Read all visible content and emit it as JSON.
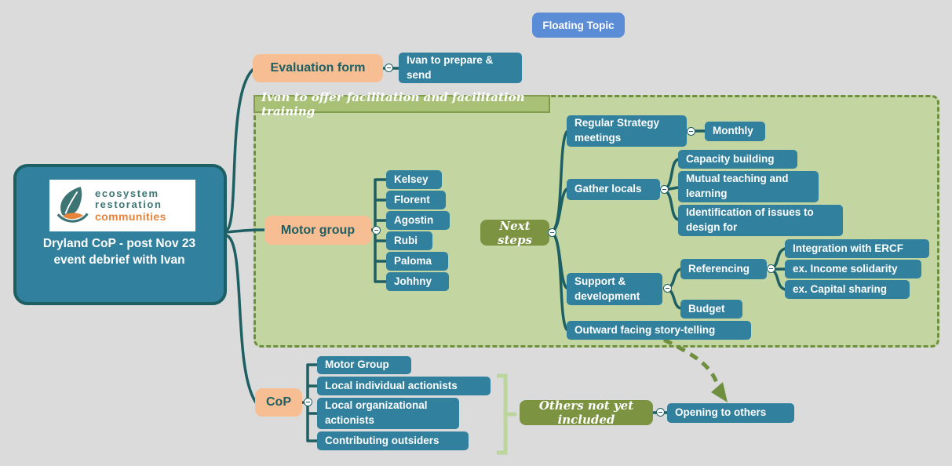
{
  "colors": {
    "bg": "#dbdbdb",
    "teal_node": "#31809e",
    "teal_dark": "#1d5f63",
    "peach": "#f6be92",
    "blue": "#5b8cd6",
    "olive": "#7c9342",
    "group_fill": "#c3d6a2",
    "group_border": "#6d8f3e",
    "label_fill": "#a9c177",
    "label_border": "#7f9c4c",
    "bracket": "#bcd59b",
    "logo_teal": "#3d7575",
    "logo_orange": "#e8833a",
    "white": "#ffffff"
  },
  "floating_topic": {
    "label": "Floating Topic"
  },
  "main_topic": {
    "title": "Dryland CoP - post Nov 23 event debrief with Ivan",
    "logo": {
      "line1": "ecosystem",
      "line2": "restoration",
      "line3": "communities"
    }
  },
  "group": {
    "label": "Ivan to offer facilitation and facilitation training"
  },
  "nodes": {
    "evaluation_form": "Evaluation form",
    "ivan_prepare_send": "Ivan to prepare & send",
    "motor_group": "Motor group",
    "kelsey": "Kelsey",
    "florent": "Florent",
    "agostin": "Agostin",
    "rubi": "Rubi",
    "paloma": "Paloma",
    "johhny": "Johhny",
    "next_steps": "Next steps",
    "regular_strategy_meetings": "Regular Strategy meetings",
    "monthly": "Monthly",
    "gather_locals": "Gather locals",
    "capacity_building": "Capacity building",
    "mutual_teaching_learning": "Mutual teaching and learning",
    "identification_issues": "Identification of issues to design for",
    "support_development": "Support & development",
    "referencing": "Referencing",
    "integration_ercf": "Integration with ERCF",
    "income_solidarity": "ex. Income solidarity",
    "capital_sharing": "ex. Capital sharing",
    "budget": "Budget",
    "outward_storytelling": "Outward facing story-telling",
    "cop": "CoP",
    "cop_motor_group": "Motor Group",
    "local_individual_actionists": "Local  individual actionists",
    "local_organizational_actionists": "Local organizational actionists",
    "contributing_outsiders": "Contributing outsiders",
    "others_not_yet_included": "Others not yet included",
    "opening_to_others": "Opening to others"
  }
}
